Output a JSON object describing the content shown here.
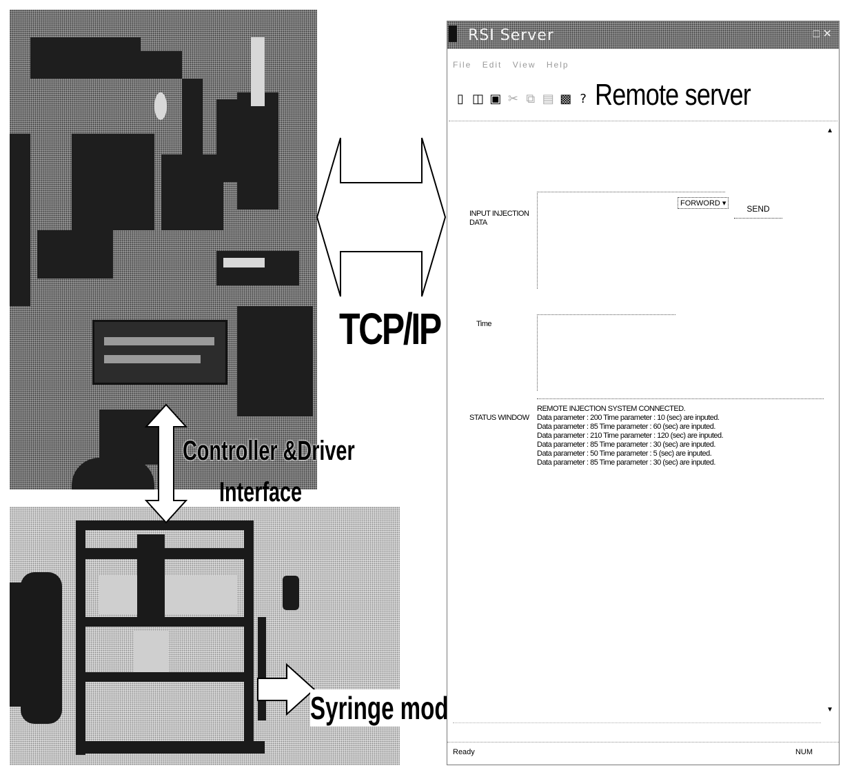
{
  "labels": {
    "tcpip": "TCP/IP",
    "controller_line1": "Controller &Driver",
    "controller_line2": "Interface",
    "syringe": "Syringe module",
    "remote_server": "Remote server"
  },
  "window": {
    "title": "RSI Server",
    "menu": [
      "File",
      "Edit",
      "View",
      "Help"
    ],
    "toolbar_icons": [
      "new-icon",
      "open-icon",
      "save-icon",
      "cut-icon",
      "copy-icon",
      "paste-icon",
      "print-icon",
      "help-icon"
    ],
    "input_label": "INPUT INJECTION DATA",
    "protocol_value": "FORWORD",
    "send_label": "SEND",
    "time_label": "Time",
    "status_label": "STATUS WINDOW",
    "status_lines": [
      "REMOTE INJECTION SYSTEM CONNECTED.",
      "Data parameter : 200 Time parameter : 10 (sec) are inputed.",
      "Data parameter : 85 Time parameter : 60 (sec) are inputed.",
      "Data parameter : 210 Time parameter : 120 (sec) are inputed.",
      "Data parameter : 85 Time parameter : 30 (sec) are inputed.",
      "Data parameter : 50 Time parameter : 5 (sec) are inputed.",
      "Data parameter : 85 Time parameter : 30 (sec) are inputed."
    ],
    "statusbar_ready": "Ready",
    "statusbar_num": "NUM"
  }
}
